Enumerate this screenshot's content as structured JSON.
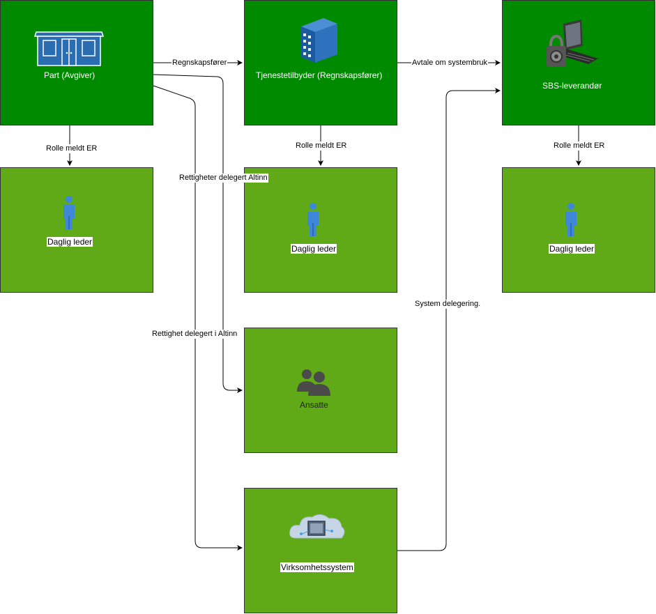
{
  "nodes": {
    "part": "Part (Avgiver)",
    "tjenestetilbyder": "Tjenestetilbyder (Regnskapsfører)",
    "sbs": "SBS-leverandør",
    "daglig_leder_1": "Daglig leder",
    "daglig_leder_2": "Daglig leder",
    "daglig_leder_3": "Daglig leder",
    "ansatte": "Ansatte",
    "virksomhetssystem": "Virksomhetssystem"
  },
  "edges": {
    "regnskapsforer": "Regnskapsfører",
    "avtale": "Avtale om systembruk",
    "rolle_1": "Rolle meldt ER",
    "rolle_2": "Rolle meldt ER",
    "rolle_3": "Rolle meldt ER",
    "rettigheter_delegert": "Rettigheter delegert Altinn",
    "rettighet_delegert": "Rettighet delegert i Altinn",
    "system_delegering": "System delegering."
  },
  "colors": {
    "dark_green": "#008a00",
    "light_green": "#60a917"
  }
}
